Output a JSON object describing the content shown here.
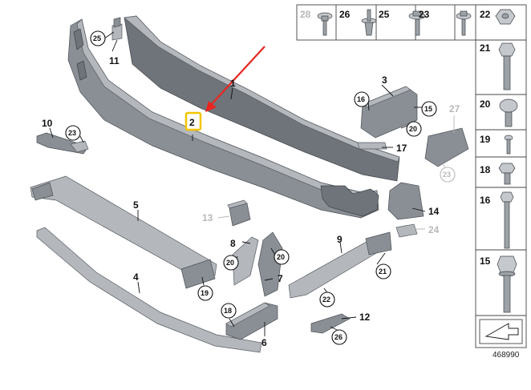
{
  "diagram": {
    "reference_number": "468990",
    "callouts": [
      {
        "id": "c1",
        "label": "1",
        "style": "plain",
        "muted": false
      },
      {
        "id": "c2",
        "label": "2",
        "style": "highlight",
        "muted": false
      },
      {
        "id": "c3",
        "label": "3",
        "style": "plain",
        "muted": false
      },
      {
        "id": "c4",
        "label": "4",
        "style": "plain",
        "muted": false
      },
      {
        "id": "c5",
        "label": "5",
        "style": "plain",
        "muted": false
      },
      {
        "id": "c6",
        "label": "6",
        "style": "plain",
        "muted": false
      },
      {
        "id": "c7",
        "label": "7",
        "style": "plain",
        "muted": false
      },
      {
        "id": "c8",
        "label": "8",
        "style": "plain",
        "muted": false
      },
      {
        "id": "c9",
        "label": "9",
        "style": "plain",
        "muted": false
      },
      {
        "id": "c10",
        "label": "10",
        "style": "plain",
        "muted": false
      },
      {
        "id": "c11",
        "label": "11",
        "style": "plain",
        "muted": false
      },
      {
        "id": "c12",
        "label": "12",
        "style": "plain",
        "muted": false
      },
      {
        "id": "c13",
        "label": "13",
        "style": "plain",
        "muted": true
      },
      {
        "id": "c14",
        "label": "14",
        "style": "plain",
        "muted": false
      },
      {
        "id": "c17",
        "label": "17",
        "style": "plain",
        "muted": false
      },
      {
        "id": "c24",
        "label": "24",
        "style": "plain",
        "muted": true
      },
      {
        "id": "c27",
        "label": "27",
        "style": "plain",
        "muted": true
      }
    ],
    "circled_callouts": [
      {
        "id": "k25a",
        "label": "25",
        "muted": false
      },
      {
        "id": "k23a",
        "label": "23",
        "muted": false
      },
      {
        "id": "k16a",
        "label": "16",
        "muted": false
      },
      {
        "id": "k15a",
        "label": "15",
        "muted": false
      },
      {
        "id": "k20a",
        "label": "20",
        "muted": false
      },
      {
        "id": "k23b",
        "label": "23",
        "muted": true
      },
      {
        "id": "k20b",
        "label": "20",
        "muted": false
      },
      {
        "id": "k20c",
        "label": "20",
        "muted": false
      },
      {
        "id": "k21a",
        "label": "21",
        "muted": false
      },
      {
        "id": "k22a",
        "label": "22",
        "muted": false
      },
      {
        "id": "k19a",
        "label": "19",
        "muted": false
      },
      {
        "id": "k18a",
        "label": "18",
        "muted": false
      },
      {
        "id": "k26a",
        "label": "26",
        "muted": false
      }
    ],
    "fastener_table": {
      "top_row": [
        {
          "label": "28",
          "muted": true,
          "icon": "flange-bolt-icon"
        },
        {
          "label": "26",
          "muted": false,
          "icon": "expanding-rivet-icon"
        },
        {
          "label": "25",
          "muted": false,
          "icon": "flange-screw-icon"
        },
        {
          "label": "23",
          "muted": false,
          "icon": "hex-screw-icon"
        },
        {
          "label": "22",
          "muted": false,
          "icon": "hex-nut-icon"
        }
      ],
      "side_column": [
        {
          "label": "21",
          "muted": false,
          "icon": "long-hex-bolt-icon"
        },
        {
          "label": "20",
          "muted": false,
          "icon": "torx-screw-icon"
        },
        {
          "label": "19",
          "muted": false,
          "icon": "small-screw-icon"
        },
        {
          "label": "18",
          "muted": false,
          "icon": "hex-bolt-icon"
        },
        {
          "label": "16",
          "muted": false,
          "icon": "extra-long-bolt-icon"
        },
        {
          "label": "15",
          "muted": false,
          "icon": "flanged-hex-bolt-icon"
        }
      ],
      "footer_icon": "direction-arrow-icon"
    },
    "colors": {
      "highlight_box": "#f5c400",
      "pointer_arrow": "#e8261f",
      "muted_text": "#b8b8b8"
    }
  }
}
